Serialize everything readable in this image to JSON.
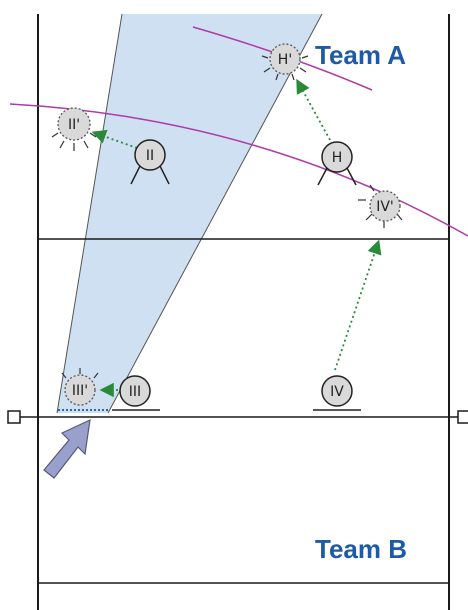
{
  "colors": {
    "court_line": "#1a1a1a",
    "block_shadow": "#cfe0f2",
    "block_shadow_edge": "#555555",
    "trajectory": "#b03aa8",
    "move_arrow": "#2a8a3a",
    "team_label": "#1f5aa6",
    "player_fill": "#d9d9d9",
    "player_moved_fill": "#d9d9d9",
    "incoming_arrow_fill": "#9aa0cc",
    "incoming_arrow_stroke": "#555a7a"
  },
  "teams": {
    "team_a": "Team A",
    "team_b": "Team B"
  },
  "players": {
    "h": "H",
    "h_moved": "H'",
    "ii": "II",
    "ii_moved": "II'",
    "iii": "III",
    "iii_moved": "III'",
    "iv": "IV",
    "iv_moved": "IV'"
  },
  "icons": {
    "incoming_ball_arrow": "arrow-icon",
    "net_post_left": "square-icon",
    "net_post_right": "square-icon"
  }
}
